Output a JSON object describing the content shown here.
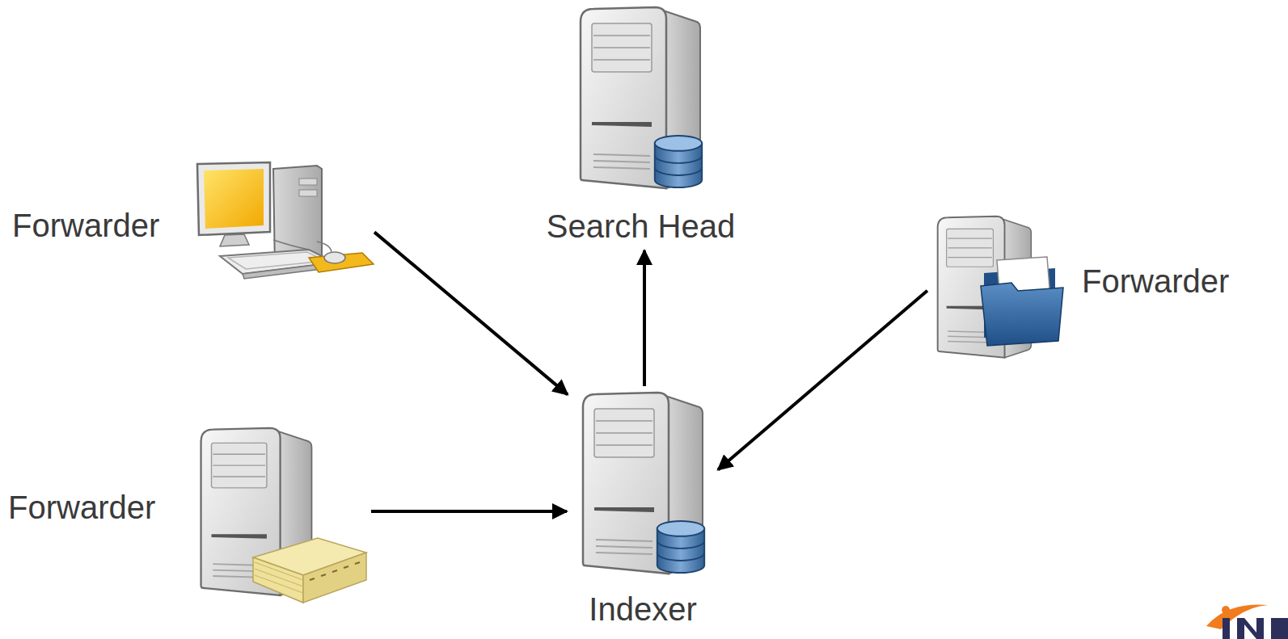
{
  "diagram": {
    "nodes": [
      {
        "text": [
          "Search Head"
        ]
      },
      {
        "text": [
          "Forwarder"
        ]
      },
      {
        "text": [
          "Forwarder"
        ]
      },
      {
        "text": [
          "Forwarder"
        ]
      },
      {
        "text": [
          "Indexer"
        ]
      }
    ],
    "edges": [
      {
        "from": 1,
        "to": 4,
        "arrow": "to"
      },
      {
        "from": 2,
        "to": 4,
        "arrow": "to"
      },
      {
        "from": 3,
        "to": 4,
        "arrow": "to"
      },
      {
        "from": 4,
        "to": 0,
        "arrow": "to"
      }
    ]
  }
}
